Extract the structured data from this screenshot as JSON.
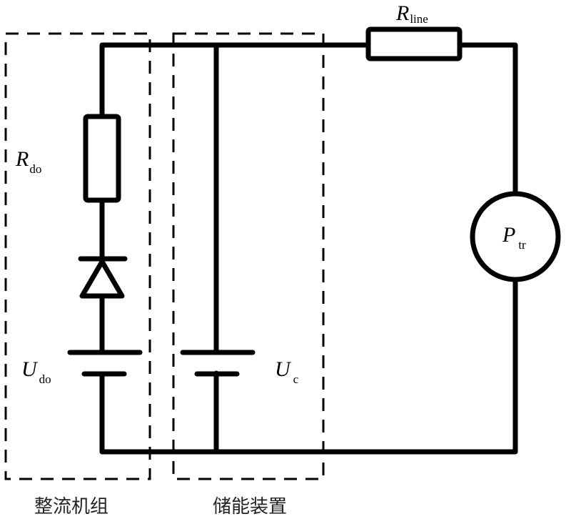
{
  "diagram": {
    "type": "circuit",
    "groups": [
      {
        "id": "rectifier",
        "label": "整流机组"
      },
      {
        "id": "storage",
        "label": "储能装置"
      }
    ],
    "components": {
      "line_resistor": {
        "symbol": "R",
        "subscript": "line"
      },
      "rectifier_resistor": {
        "symbol": "R",
        "subscript": "do"
      },
      "rectifier_source": {
        "symbol": "U",
        "subscript": "do"
      },
      "storage_source": {
        "symbol": "U",
        "subscript": "c"
      },
      "train_load": {
        "symbol": "P",
        "subscript": "tr"
      }
    },
    "colors": {
      "line": "#000000",
      "background": "#ffffff"
    }
  }
}
